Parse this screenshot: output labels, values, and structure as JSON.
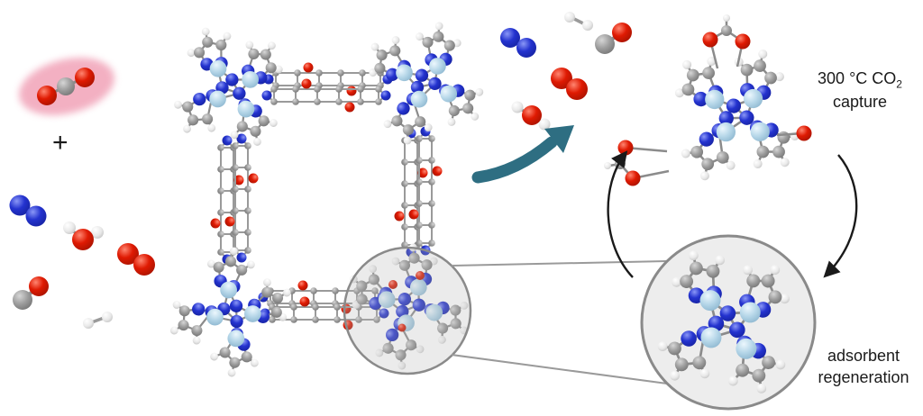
{
  "labels": {
    "plus": "+",
    "capture_prefix": "300 °C CO",
    "capture_sub": "2",
    "capture_suffix": "capture",
    "regen_line1": "adsorbent",
    "regen_line2": "regeneration"
  },
  "palette": {
    "nitrogen_blue": "#2433cf",
    "oxygen_red": "#df1a02",
    "carbon_gray": "#9c9c9c",
    "hydrogen_white": "#e9e9e9",
    "metal_light_blue": "#b5d6e8",
    "co2_highlight_pink": "#f1a3b8",
    "uptake_arrow_teal": "#2e6e82",
    "cycle_arrow_black": "#1a1a1a",
    "magnifier_gray": "#ededed"
  },
  "molecules": {
    "highlighted_molecule": "co2-molecule",
    "feed_gas_icons": [
      "n2-molecule",
      "h2o-molecule",
      "o2-molecule",
      "co-molecule",
      "h2-molecule"
    ],
    "released_gas_icons": [
      "n2-molecule",
      "h2-molecule",
      "co-molecule",
      "o2-molecule",
      "h2o-molecule"
    ]
  }
}
